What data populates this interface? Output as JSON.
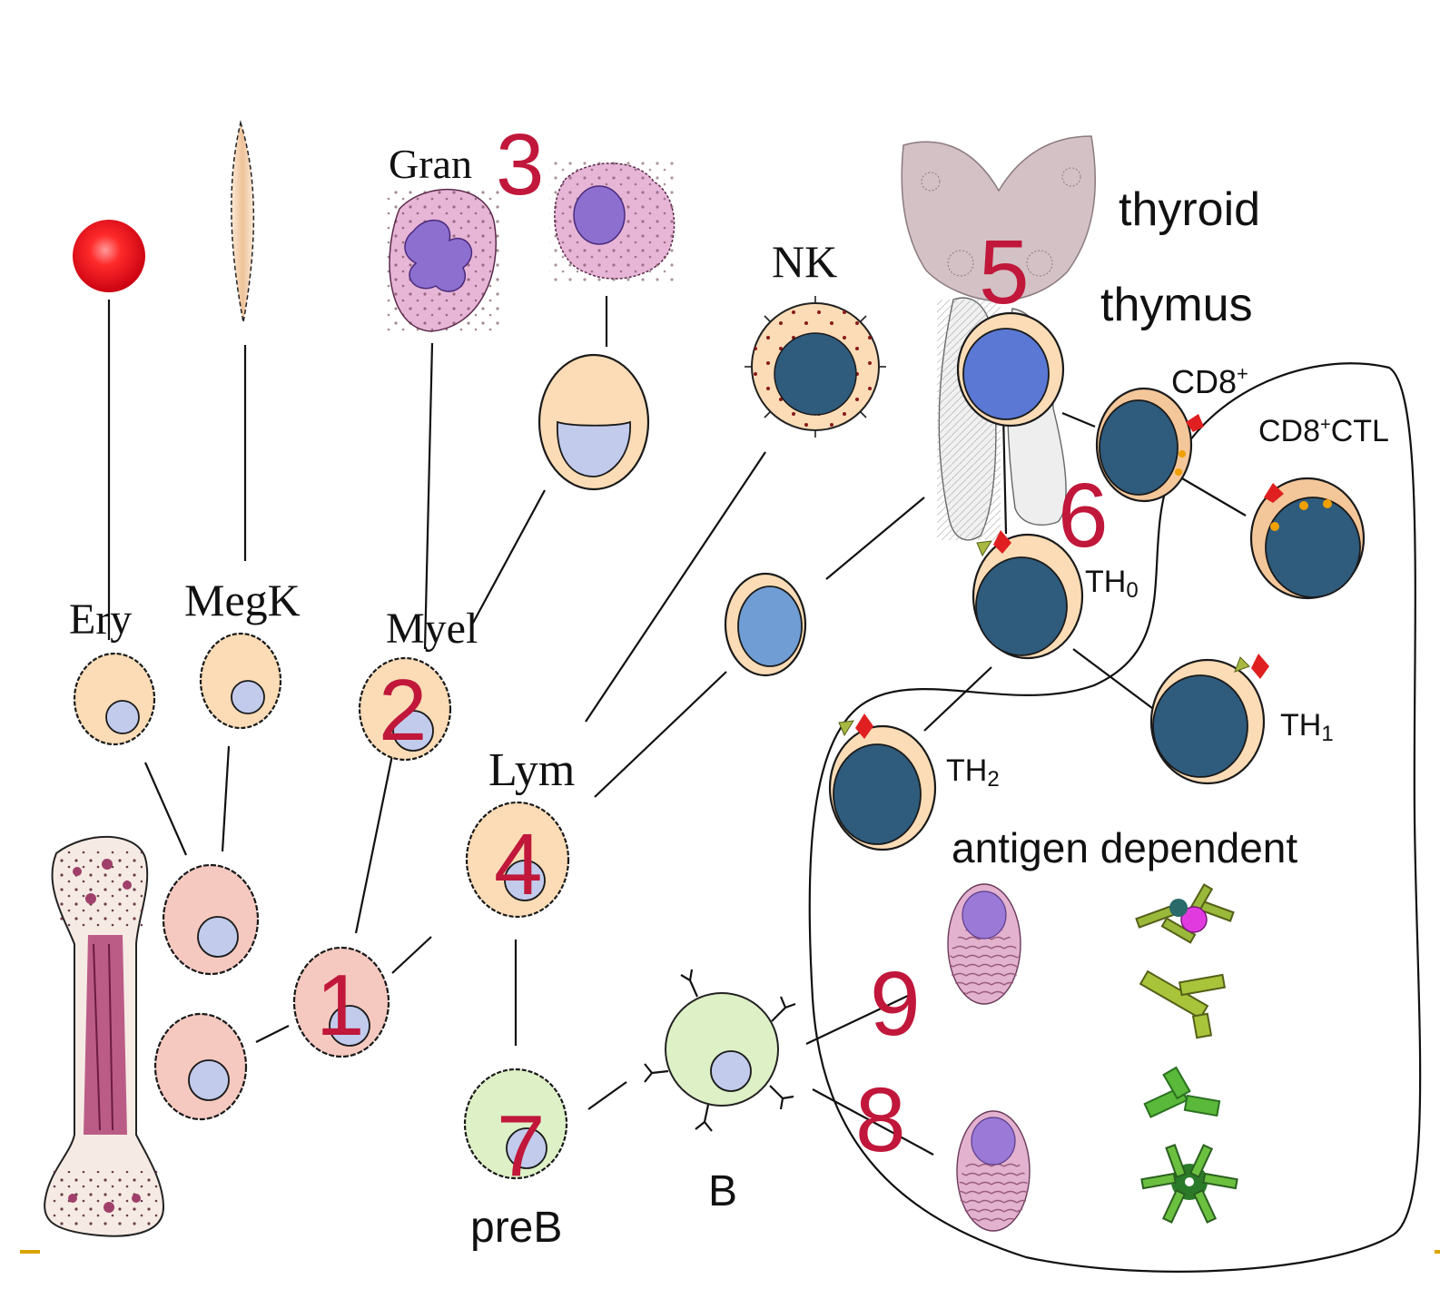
{
  "labels": {
    "ery": "Ery",
    "megk": "MegK",
    "myel": "Myel",
    "gran": "Gran",
    "nk": "NK",
    "lym": "Lym",
    "preb": "preB",
    "b": "B",
    "thyroid": "thyroid",
    "thymus": "thymus",
    "cd8": "CD8",
    "cd8_sup": "+",
    "cd8ctl_a": "CD8",
    "cd8ctl_sup": "+",
    "cd8ctl_b": "CTL",
    "th": "TH",
    "th0_sub": "0",
    "th1_sub": "1",
    "th2_sub": "2",
    "antigen_dependent": "antigen dependent"
  },
  "numbers": {
    "n1": "1",
    "n2": "2",
    "n3": "3",
    "n4": "4",
    "n5": "5",
    "n6": "6",
    "n7": "7",
    "n8": "8",
    "n9": "9"
  },
  "colors": {
    "number_red": "#c0173a",
    "accent_gold": "#d9a400",
    "erythrocyte": "#e8121b",
    "peach_cell": "#fbdcb6",
    "pink_cell": "#f6c9c0",
    "green_cell": "#def0c6",
    "nucleus_light": "#c2cbec",
    "nucleus_dark": "#2f5b7c",
    "nucleus_blue": "#5a78d4",
    "thyroid_gland": "#d3c1c5"
  }
}
